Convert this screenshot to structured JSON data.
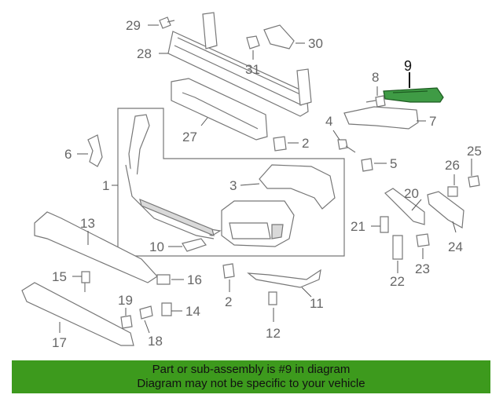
{
  "callouts": {
    "c1": "1",
    "c2a": "2",
    "c2b": "2",
    "c3": "3",
    "c4": "4",
    "c5": "5",
    "c6": "6",
    "c7": "7",
    "c8": "8",
    "c9": "9",
    "c10": "10",
    "c11": "11",
    "c12": "12",
    "c13": "13",
    "c14": "14",
    "c15": "15",
    "c16": "16",
    "c17": "17",
    "c18": "18",
    "c19": "19",
    "c20": "20",
    "c21": "21",
    "c22": "22",
    "c23": "23",
    "c24": "24",
    "c25": "25",
    "c26": "26",
    "c27": "27",
    "c28": "28",
    "c29": "29",
    "c30": "30",
    "c31": "31"
  },
  "highlight_color": "#3f9b45",
  "banner": {
    "line1": "Part or sub-assembly is #9 in diagram",
    "line2": "Diagram may not be specific to your vehicle",
    "color": "#3d9a1d"
  }
}
